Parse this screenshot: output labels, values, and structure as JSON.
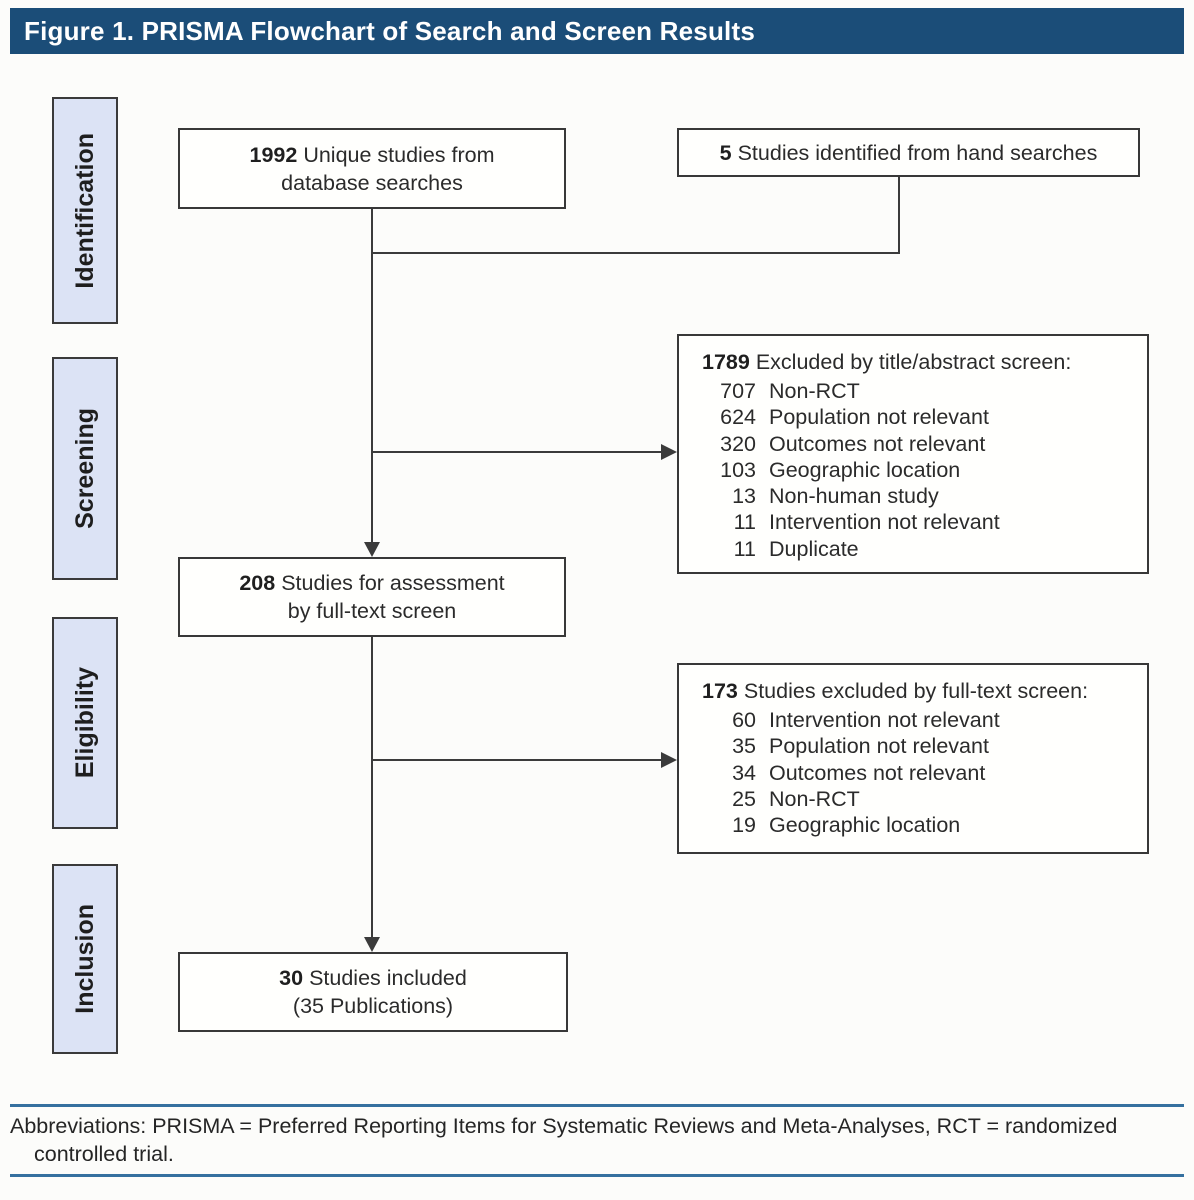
{
  "title": "Figure 1. PRISMA Flowchart of Search and Screen Results",
  "colors": {
    "title_bar": "#1b4d78",
    "stage_fill": "#dce3f5",
    "box_border": "#383838",
    "connector": "#3b3b3b",
    "footer_rule": "#35709f"
  },
  "stages": [
    "Identification",
    "Screening",
    "Eligibility",
    "Inclusion"
  ],
  "boxes": {
    "db": {
      "number": "1992",
      "lines": [
        "Unique studies from",
        "database searches"
      ]
    },
    "hand": {
      "number": "5",
      "text": "Studies identified from hand searches"
    },
    "screen_excl": {
      "number": "1789",
      "heading": "Excluded by title/abstract screen:",
      "items": [
        {
          "count": "707",
          "reason": "Non-RCT"
        },
        {
          "count": "624",
          "reason": "Population not relevant"
        },
        {
          "count": "320",
          "reason": "Outcomes not relevant"
        },
        {
          "count": "103",
          "reason": "Geographic location"
        },
        {
          "count": "13",
          "reason": "Non-human study"
        },
        {
          "count": "11",
          "reason": "Intervention not relevant"
        },
        {
          "count": "11",
          "reason": "Duplicate"
        }
      ]
    },
    "ft_assess": {
      "number": "208",
      "lines": [
        "Studies for assessment",
        "by full-text screen"
      ]
    },
    "ft_excl": {
      "number": "173",
      "heading": "Studies excluded by full-text screen:",
      "items": [
        {
          "count": "60",
          "reason": "Intervention not relevant"
        },
        {
          "count": "35",
          "reason": "Population not relevant"
        },
        {
          "count": "34",
          "reason": "Outcomes not relevant"
        },
        {
          "count": "25",
          "reason": "Non-RCT"
        },
        {
          "count": "19",
          "reason": "Geographic location"
        }
      ]
    },
    "included": {
      "number": "30",
      "lines": [
        "Studies included",
        "(35 Publications)"
      ]
    }
  },
  "footer": {
    "line1": "Abbreviations: PRISMA = Preferred Reporting Items for Systematic Reviews and Meta-Analyses, RCT = randomized",
    "line2": "controlled trial."
  }
}
